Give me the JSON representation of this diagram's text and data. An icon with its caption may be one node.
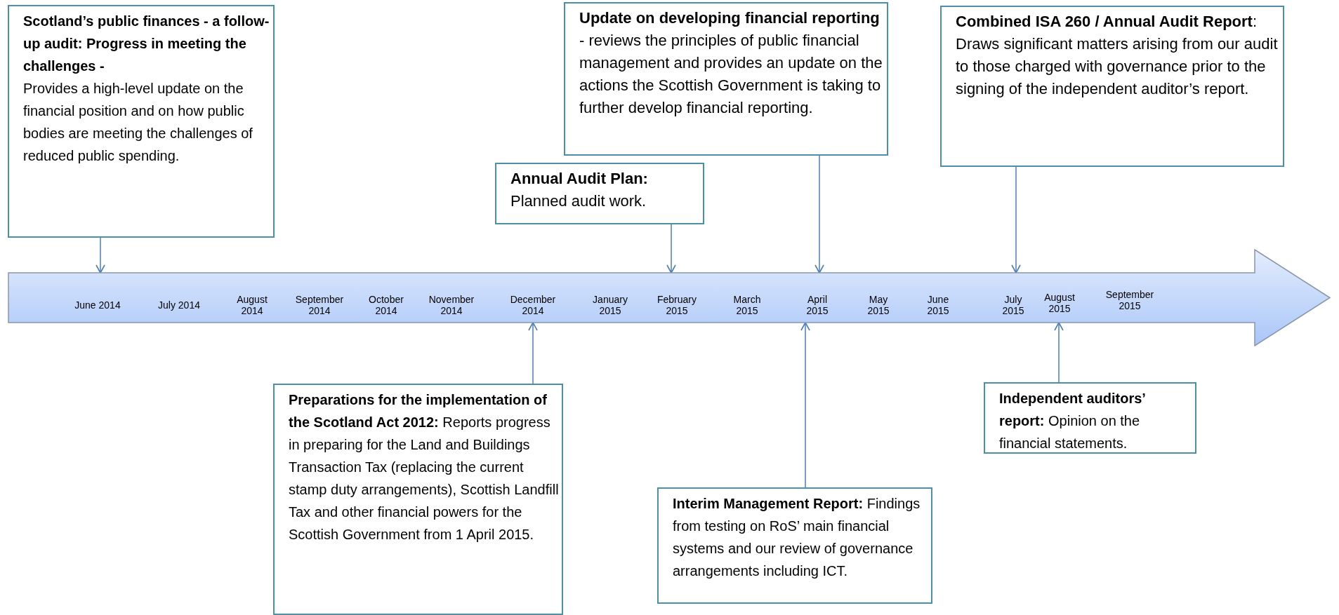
{
  "diagram": {
    "nodes": [
      {
        "text": [
          "Scotland’s public finances - a follow-up audit: Progress in meeting the challenges -",
          "Provides a high-level update on the financial position and on how public bodies are meeting the challenges of reduced public spending."
        ]
      },
      {
        "text": [
          "**Annual Audit Plan:** Planned audit work."
        ]
      },
      {
        "text": [
          "**Update on developing financial reporting** - reviews the principles of public financial management and provides an update on the actions the Scottish Government is taking to further develop financial reporting."
        ]
      },
      {
        "text": [
          "**Combined ISA 260 / Annual Audit Report**: Draws significant matters arising from our audit to those charged with governance prior to the signing of the independent auditor’s report."
        ]
      },
      {
        "text": [
          "June 2014",
          "July 2014",
          "August 2014",
          "September 2014",
          "October 2014",
          "November 2014",
          "December 2014",
          "January 2015",
          "February 2015",
          "March 2015",
          "April 2015",
          "May 2015",
          "June 2015",
          "July 2015",
          "August 2015",
          "September 2015"
        ]
      },
      {
        "text": [
          "**Preparations for the implementation of the Scotland Act 2012:** Reports progress in preparing for the Land and Buildings Transaction Tax (replacing the current stamp duty arrangements), Scottish Landfill Tax and other financial powers for the Scottish Government from 1 April 2015."
        ]
      },
      {
        "text": [
          "**Interim Management Report:** Findings from testing on RoS’ main financial systems and our review of governance arrangements including ICT."
        ]
      },
      {
        "text": [
          "**Independent auditors’ report:** Opinion on the financial statements."
        ]
      }
    ],
    "edges": [
      {
        "from": 0,
        "to": 4,
        "arrow": "to"
      },
      {
        "from": 1,
        "to": 4,
        "arrow": "to"
      },
      {
        "from": 2,
        "to": 4,
        "arrow": "to"
      },
      {
        "from": 3,
        "to": 4,
        "arrow": "to"
      },
      {
        "from": 5,
        "to": 4,
        "arrow": "to"
      },
      {
        "from": 6,
        "to": 4,
        "arrow": "to"
      },
      {
        "from": 7,
        "to": 4,
        "arrow": "to"
      }
    ]
  }
}
